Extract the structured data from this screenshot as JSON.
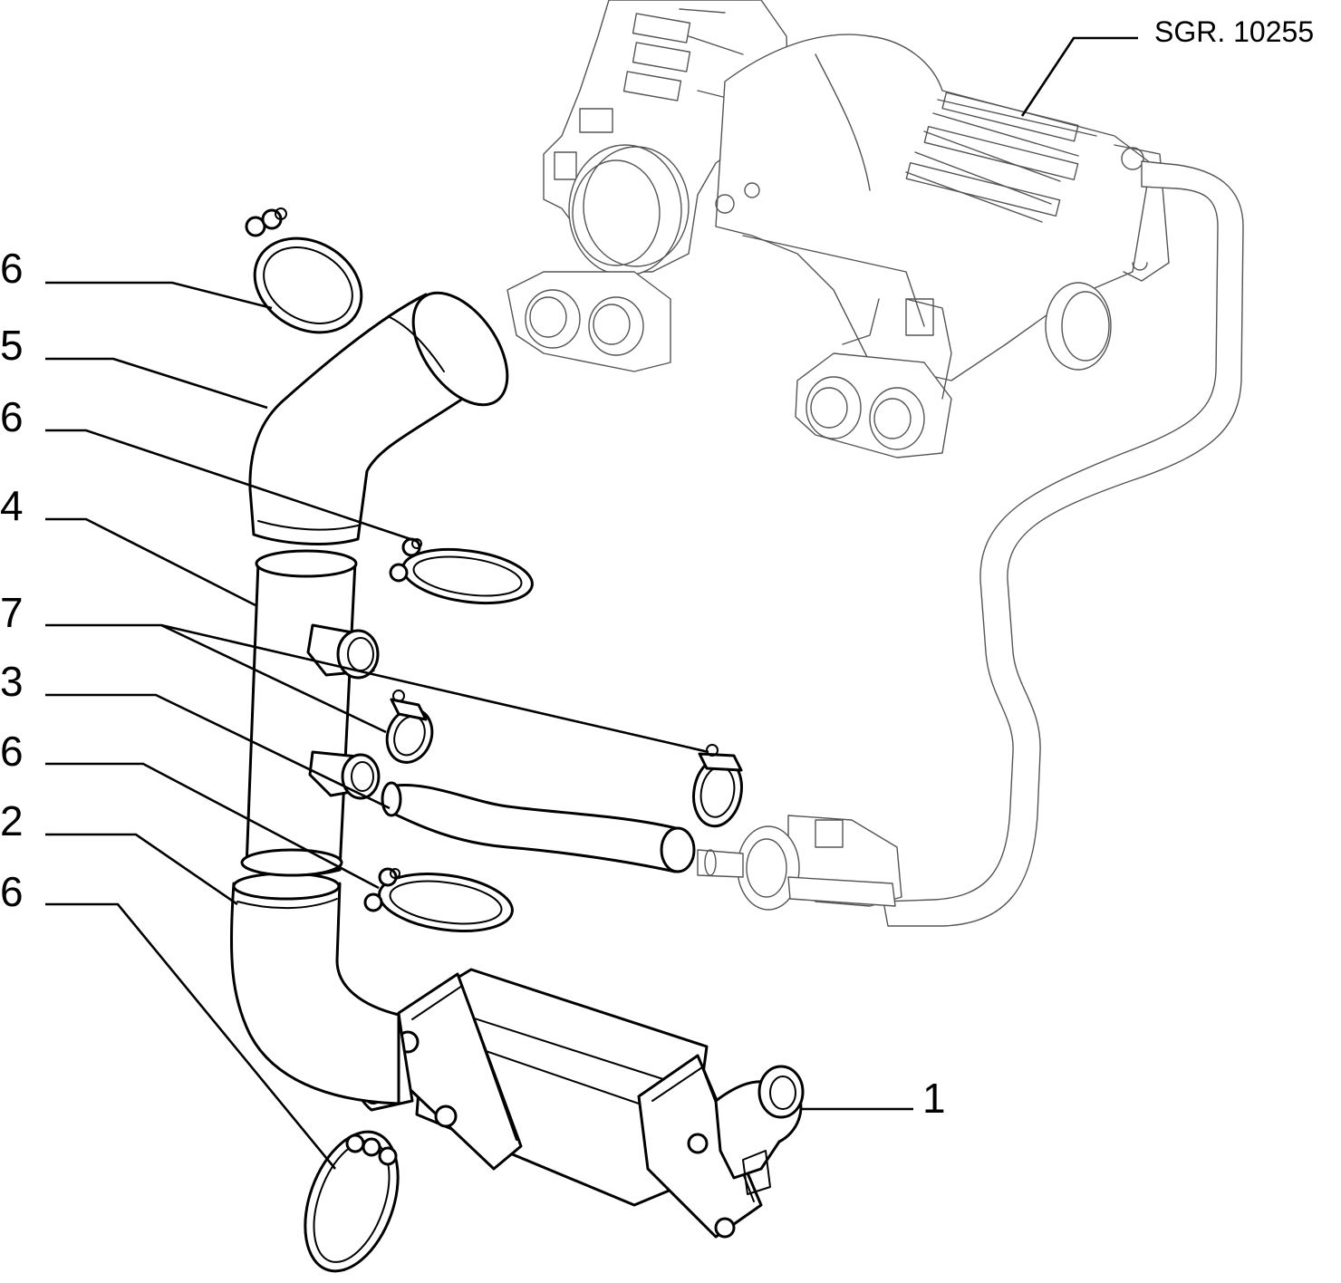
{
  "reference_code": "SGR. 10255",
  "part_labels": [
    {
      "id": "6a",
      "text": "6"
    },
    {
      "id": "5",
      "text": "5"
    },
    {
      "id": "6b",
      "text": "6"
    },
    {
      "id": "4",
      "text": "4"
    },
    {
      "id": "7",
      "text": "7"
    },
    {
      "id": "3",
      "text": "3"
    },
    {
      "id": "6c",
      "text": "6"
    },
    {
      "id": "2",
      "text": "2"
    },
    {
      "id": "6d",
      "text": "6"
    },
    {
      "id": "1",
      "text": "1"
    }
  ]
}
